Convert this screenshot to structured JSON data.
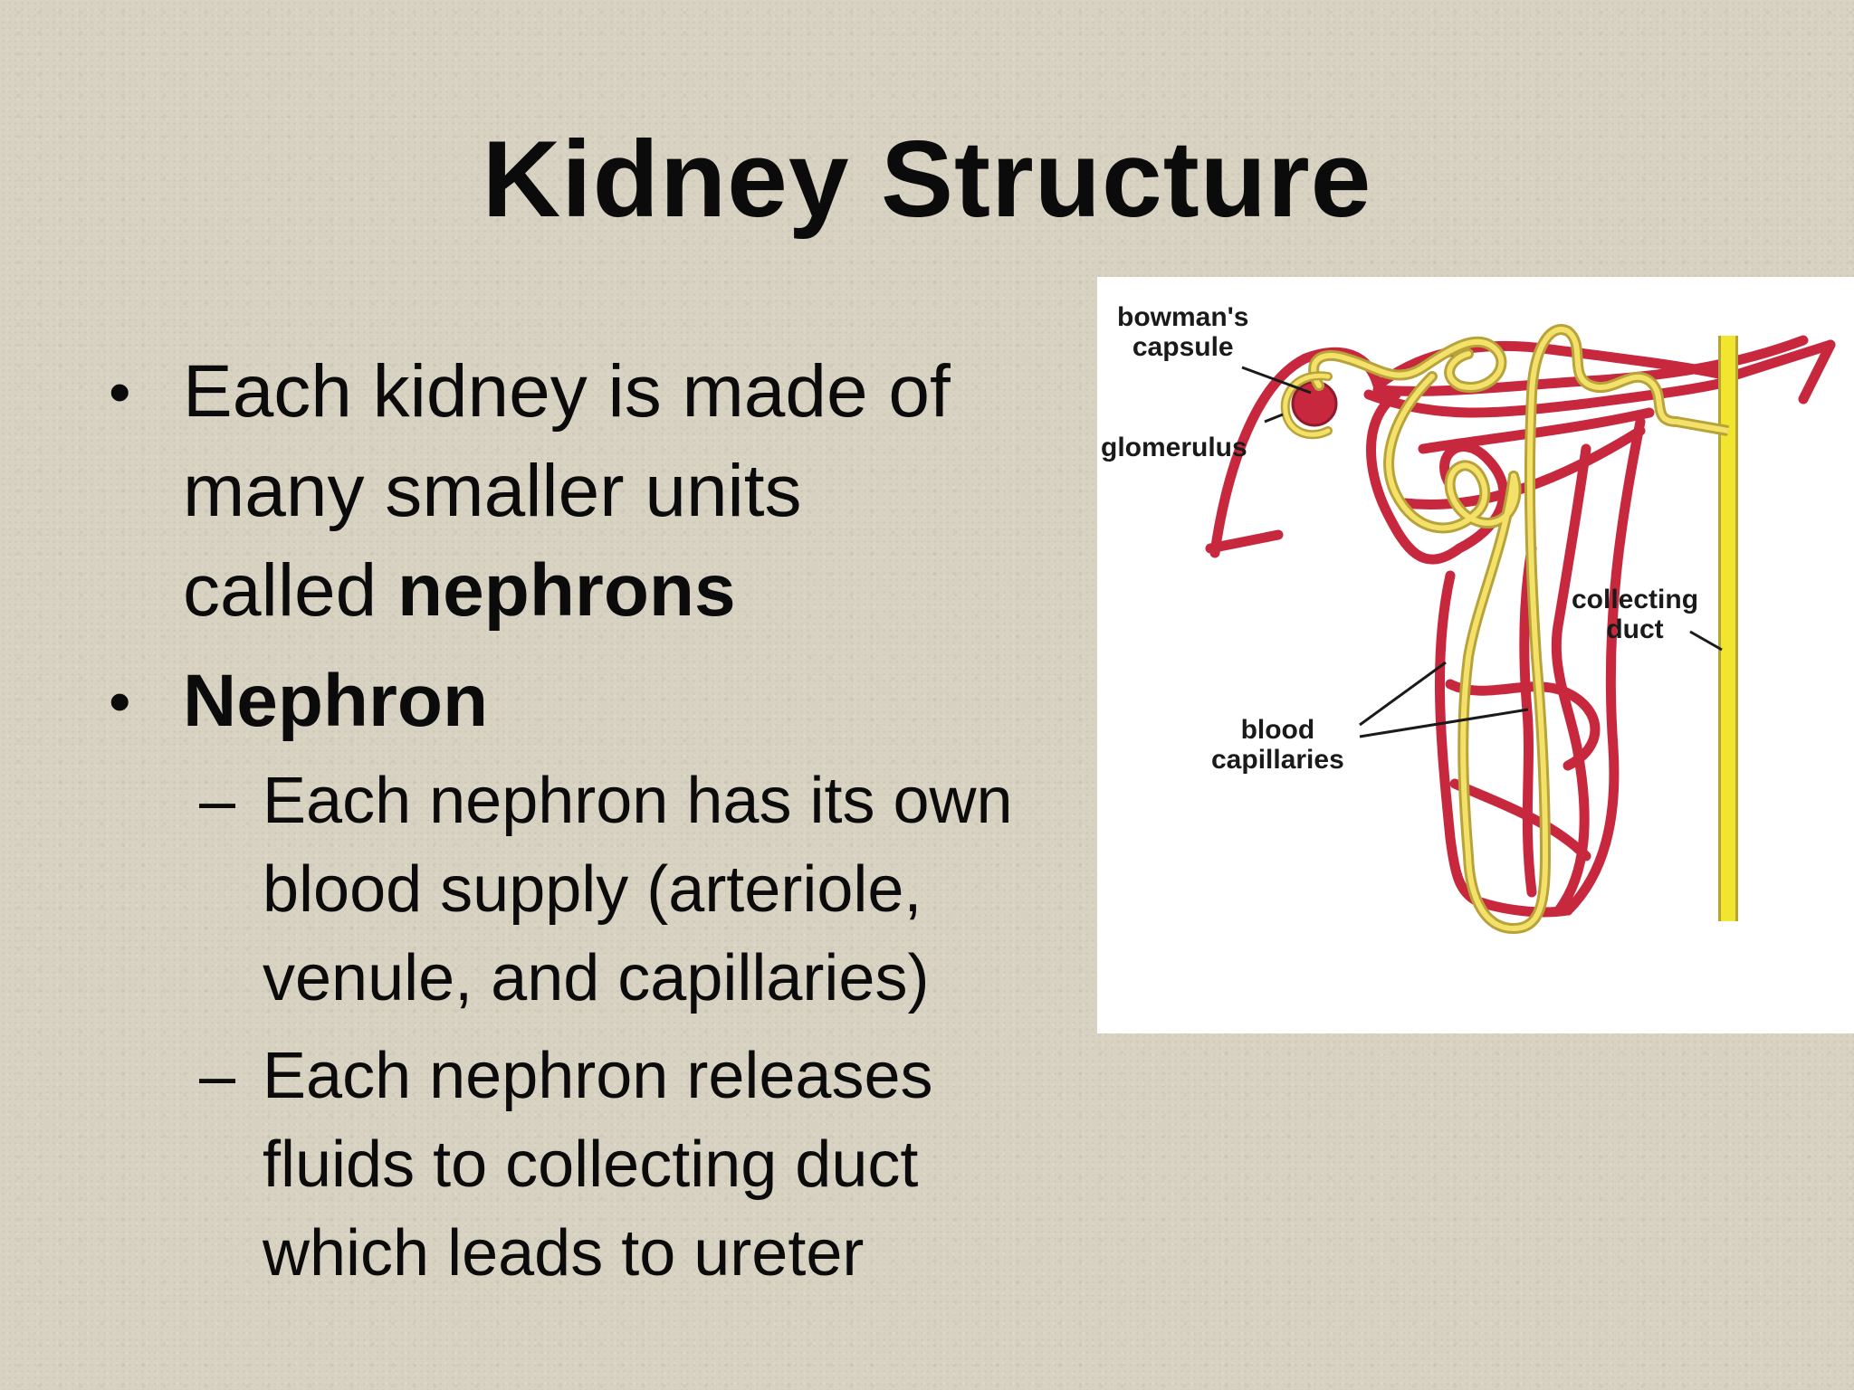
{
  "title": "Kidney Structure",
  "bullets": [
    {
      "lines_before_bold": [
        "Each kidney is made of",
        "many smaller units"
      ],
      "last_line_prefix": "called ",
      "last_line_bold": "nephrons"
    },
    {
      "label": "Nephron",
      "sub_bullets": [
        {
          "lines": [
            "Each nephron has its own",
            "blood supply (arteriole,",
            "venule, and capillaries)"
          ]
        },
        {
          "lines": [
            "Each nephron releases",
            "fluids to collecting duct",
            "which leads to ureter"
          ]
        }
      ]
    }
  ],
  "figure": {
    "labels": {
      "bowmans_capsule": [
        "bowman's",
        "capsule"
      ],
      "glomerulus": "glomerulus",
      "collecting_duct": [
        "collecting",
        "duct"
      ],
      "blood_capillaries": [
        "blood",
        "capillaries"
      ]
    },
    "colors": {
      "vessel": "#c8283e",
      "tubule": "#f4e16a",
      "tubule_outline": "#b8a23a",
      "duct": "#f2e52e"
    }
  }
}
